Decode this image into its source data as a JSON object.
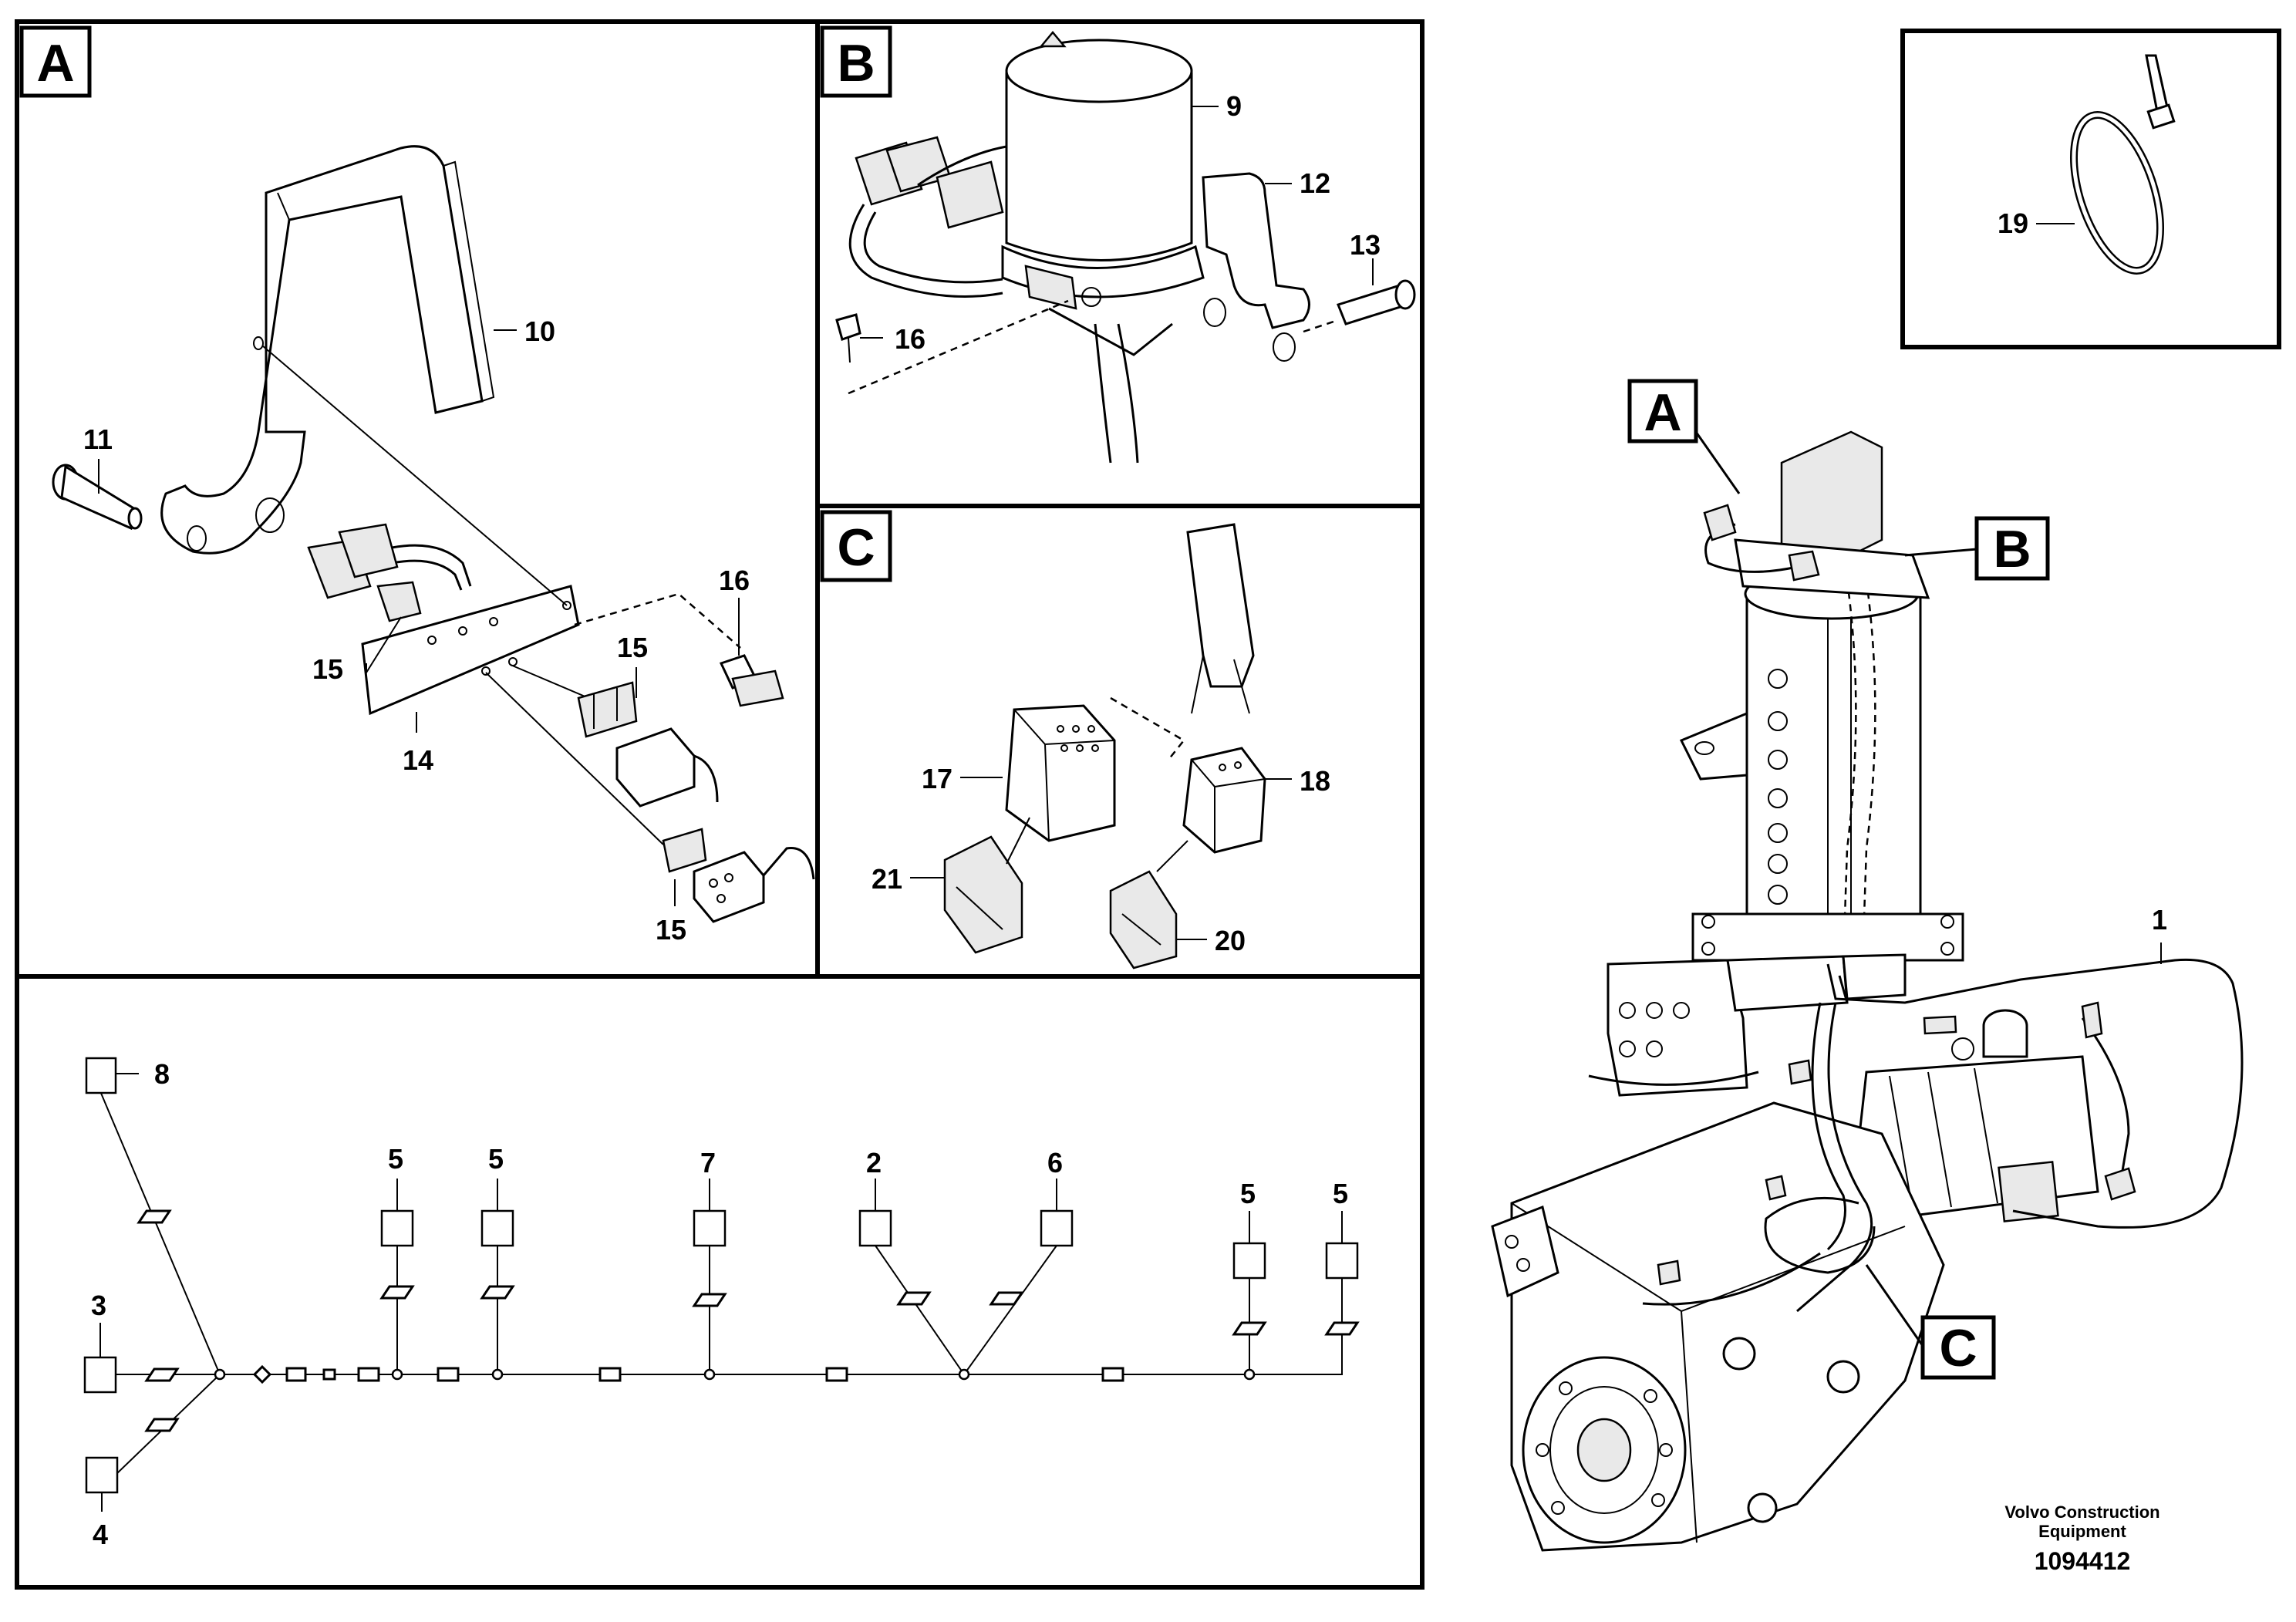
{
  "panels": {
    "a": {
      "letter": "A"
    },
    "b": {
      "letter": "B"
    },
    "c": {
      "letter": "C"
    }
  },
  "overview_labels": {
    "a": "A",
    "b": "B",
    "c": "C"
  },
  "callouts": {
    "p1": "1",
    "p2": "2",
    "p3": "3",
    "p4": "4",
    "p5a": "5",
    "p5b": "5",
    "p5c": "5",
    "p5d": "5",
    "p6": "6",
    "p7": "7",
    "p8": "8",
    "p9": "9",
    "p10": "10",
    "p11": "11",
    "p12": "12",
    "p13": "13",
    "p14": "14",
    "p15a": "15",
    "p15b": "15",
    "p15c": "15",
    "p16a": "16",
    "p16b": "16",
    "p17": "17",
    "p18": "18",
    "p19": "19",
    "p20": "20",
    "p21": "21"
  },
  "footer": {
    "brand_line1": "Volvo Construction",
    "brand_line2": "Equipment",
    "drawing_number": "1094412"
  }
}
